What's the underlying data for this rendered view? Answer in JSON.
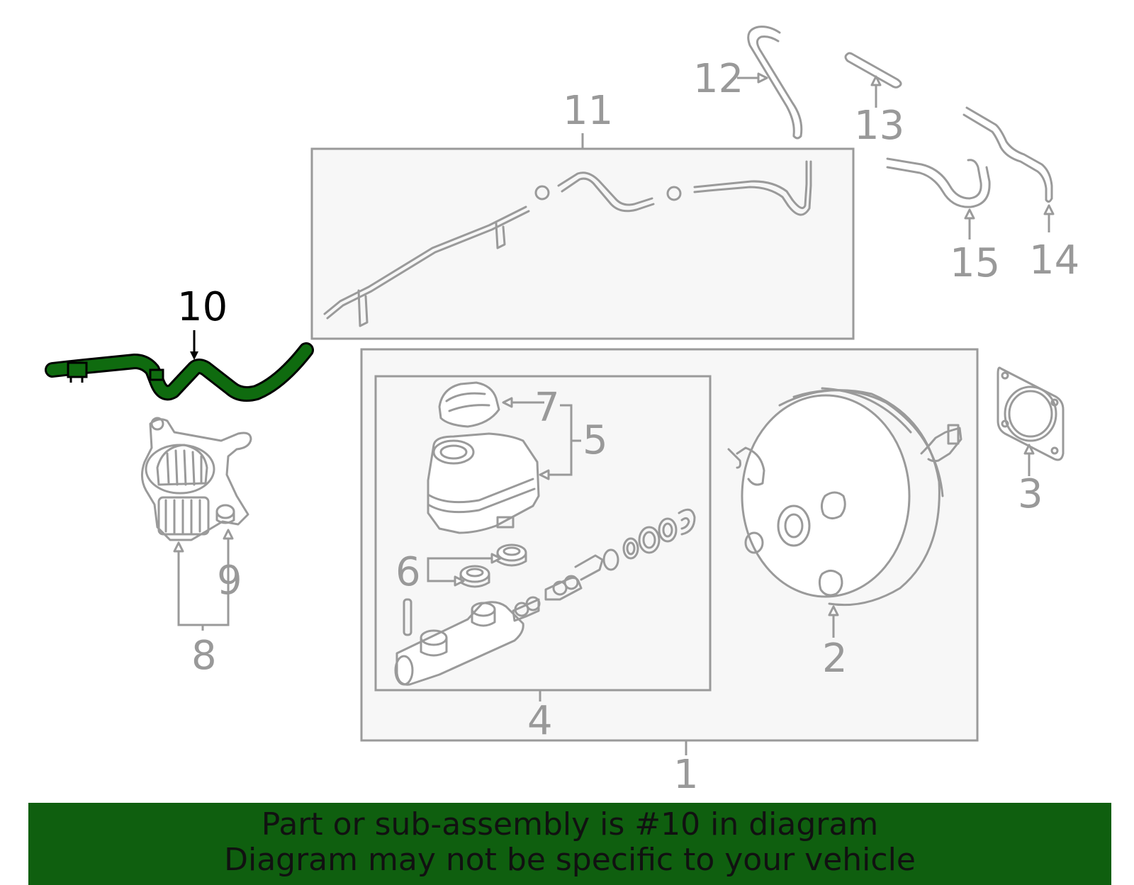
{
  "callouts": {
    "c1": "1",
    "c2": "2",
    "c3": "3",
    "c4": "4",
    "c5": "5",
    "c6": "6",
    "c7": "7",
    "c8": "8",
    "c9": "9",
    "c10": "10",
    "c11": "11",
    "c12": "12",
    "c13": "13",
    "c14": "14",
    "c15": "15"
  },
  "highlight": {
    "part": "10",
    "color": "#0f6b0f"
  },
  "banner": {
    "line1": "Part or sub-assembly is #10 in diagram",
    "line2": "Diagram may not be specific to your vehicle",
    "background": "#0f5f0f"
  }
}
